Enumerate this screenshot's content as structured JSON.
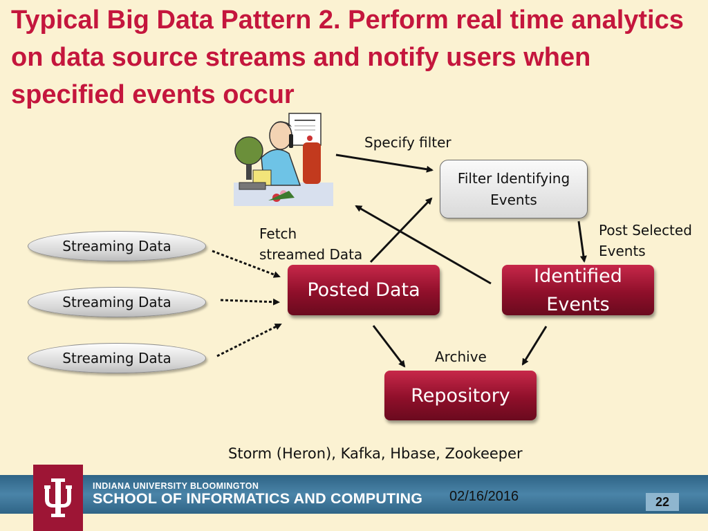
{
  "title": "Typical Big Data Pattern 2. Perform real time analytics on data source streams and notify users when specified events occur",
  "diagram": {
    "user_image_icon": "user-at-desk-clipart",
    "specify_filter_label": "Specify filter",
    "filter_box": "Filter Identifying Events",
    "fetch_label_line1": "Fetch",
    "fetch_label_line2": "streamed Data",
    "post_selected_line1": "Post Selected",
    "post_selected_line2": "Events",
    "streams": [
      "Streaming Data",
      "Streaming Data",
      "Streaming Data"
    ],
    "posted_data": "Posted Data",
    "identified_events_line1": "Identified",
    "identified_events_line2": "Events",
    "archive_label": "Archive",
    "repository": "Repository",
    "technologies": "Storm (Heron), Kafka, Hbase, Zookeeper"
  },
  "footer": {
    "university": "INDIANA UNIVERSITY BLOOMINGTON",
    "school": "SCHOOL OF INFORMATICS AND COMPUTING",
    "date": "02/16/2016",
    "page": "22",
    "logo_icon": "iu-trident-logo"
  },
  "colors": {
    "background": "#fbf2d2",
    "title": "#c4163d",
    "red_box": "#8f0f2a",
    "footer_band": "#3a7397",
    "logo": "#9d1535"
  }
}
